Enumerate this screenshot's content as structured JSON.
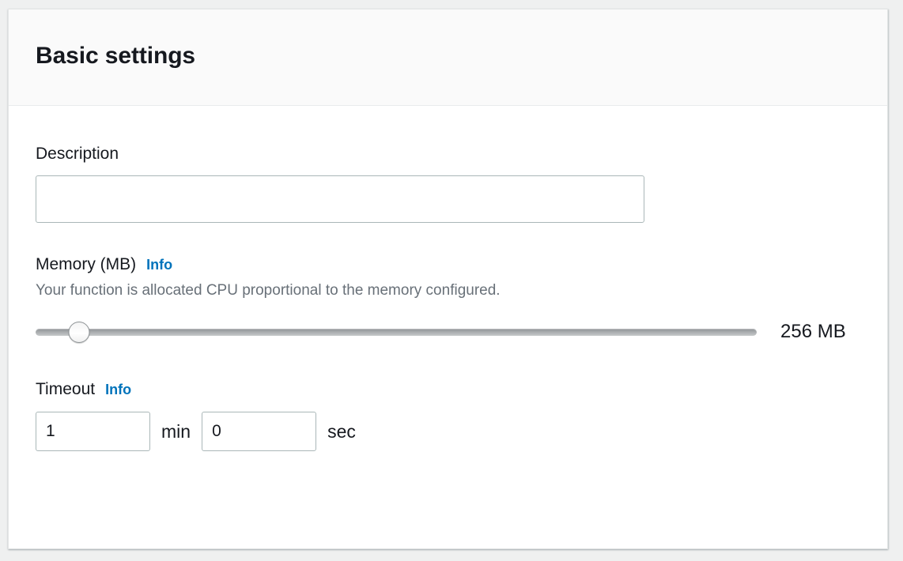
{
  "panel": {
    "title": "Basic settings"
  },
  "description": {
    "label": "Description",
    "value": "",
    "placeholder": ""
  },
  "memory": {
    "label": "Memory (MB)",
    "info_label": "Info",
    "help_text": "Your function is allocated CPU proportional to the memory configured.",
    "value_label": "256 MB",
    "slider_percent": 6
  },
  "timeout": {
    "label": "Timeout",
    "info_label": "Info",
    "minutes_value": "1",
    "minutes_unit": "min",
    "seconds_value": "0",
    "seconds_unit": "sec"
  },
  "colors": {
    "accent_link": "#0073bb",
    "text_primary": "#16191f",
    "text_secondary": "#687078",
    "input_border": "#aab7b8",
    "header_bg": "#fafafa",
    "page_bg": "#eff0f0"
  }
}
